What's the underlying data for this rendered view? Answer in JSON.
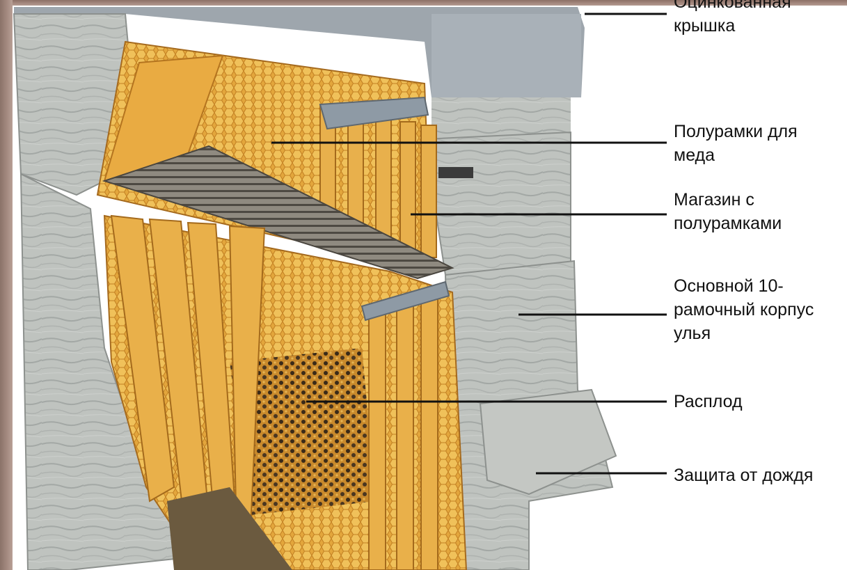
{
  "labels": {
    "lid": "Оцинкованная\nкрышка",
    "honey_frames": "Полурамки для\nмеда",
    "super": "Магазин с\nполурамками",
    "body": "Основной 10-\nрамочный корпус\nулья",
    "brood": "Расплод",
    "rain_guard": "Защита от дождя"
  },
  "colors": {
    "wood": "#b9bdba",
    "lid_metal": "#9aa3ab",
    "comb": "#e0a33a",
    "frame_wood": "#e7b04a",
    "leader_line": "#111111"
  }
}
